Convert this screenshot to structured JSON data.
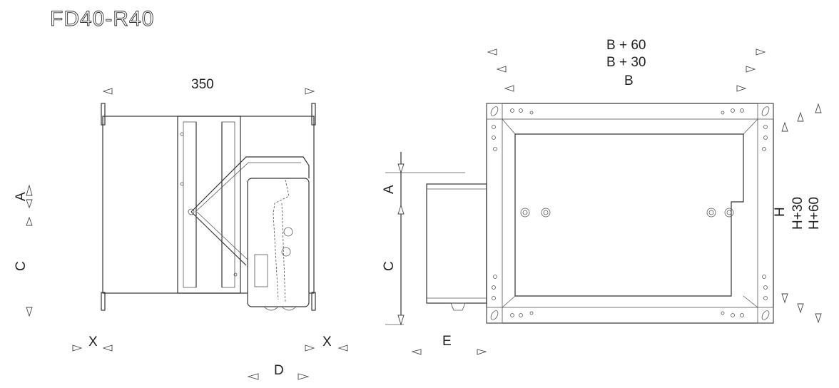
{
  "title": "FD40-R40",
  "side_view": {
    "width_label": "350",
    "label_a": "A",
    "label_c": "C",
    "label_x_left": "X",
    "label_x_right": "X",
    "label_d": "D"
  },
  "front_view": {
    "label_b60": "B + 60",
    "label_b30": "B + 30",
    "label_b": "B",
    "label_a": "A",
    "label_c": "C",
    "label_e": "E",
    "label_h": "H",
    "label_h30": "H+30",
    "label_h60": "H+60"
  }
}
